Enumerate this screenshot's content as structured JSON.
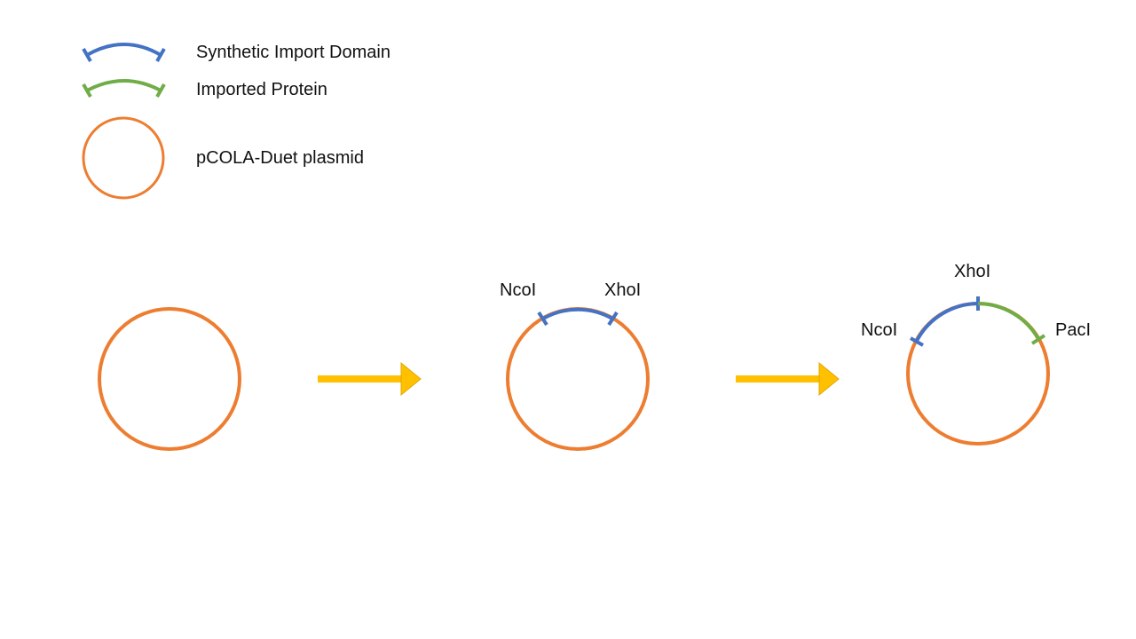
{
  "legend": {
    "items": [
      {
        "label": "Synthetic Import Domain",
        "symbol": "blue-arc"
      },
      {
        "label": "Imported Protein",
        "symbol": "green-arc"
      },
      {
        "label": "pCOLA-Duet plasmid",
        "symbol": "orange-circle"
      }
    ]
  },
  "steps": {
    "step2_sites": {
      "left": "NcoI",
      "right": "XhoI"
    },
    "step3_sites": {
      "top": "XhoI",
      "left": "NcoI",
      "right": "PacI"
    }
  },
  "colors": {
    "plasmid": "#ED7D31",
    "plasmid_edge": "#C55A11",
    "synthetic_import_domain": "#4472C4",
    "imported_protein": "#70AD47",
    "arrow": "#FFC000",
    "arrow_edge": "#E0A800"
  }
}
